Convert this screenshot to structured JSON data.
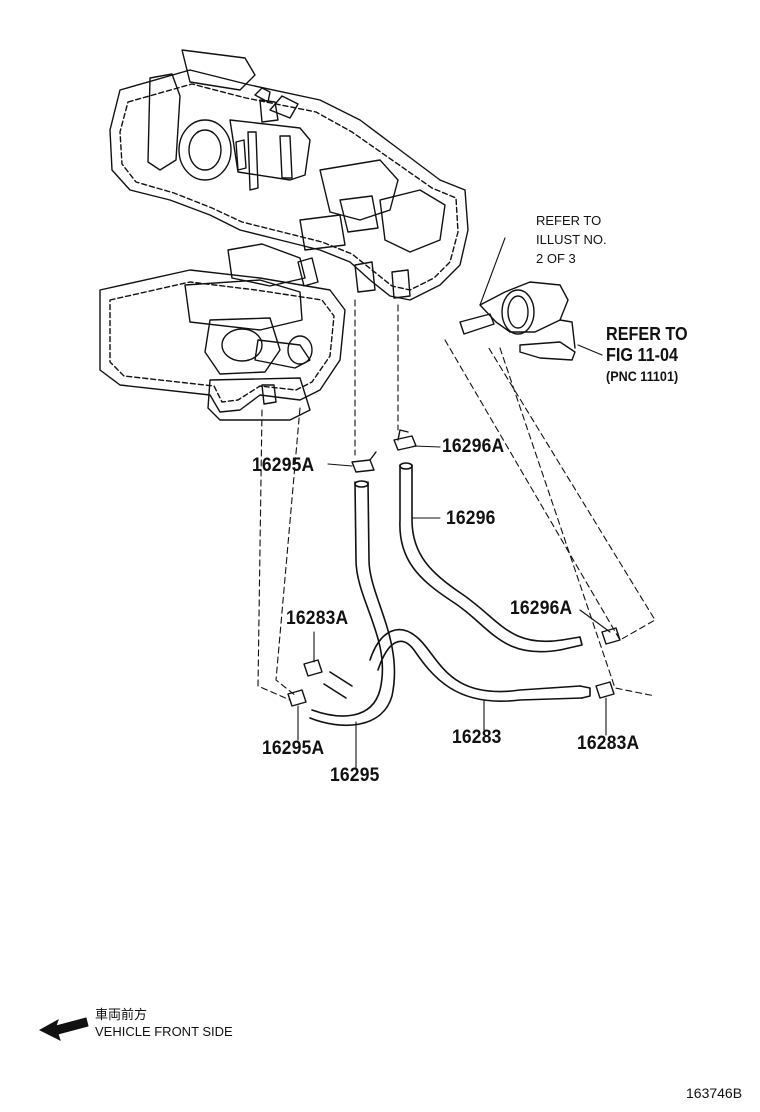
{
  "labels": {
    "refer_illust": [
      "REFER TO",
      "ILLUST NO.",
      "2 OF 3"
    ],
    "refer_fig": [
      "REFER TO",
      "FIG 11-04",
      "(PNC 11101)"
    ],
    "part_16296A_top": "16296A",
    "part_16295A_top": "16295A",
    "part_16296": "16296",
    "part_16296A_right": "16296A",
    "part_16283A_left": "16283A",
    "part_16295A_bottom": "16295A",
    "part_16295": "16295",
    "part_16283": "16283",
    "part_16283A_right": "16283A",
    "front_jp": "車両前方",
    "front_en": "VEHICLE FRONT SIDE",
    "figure_id": "163746B"
  },
  "icons": {
    "front_arrow": "left-arrow-icon"
  },
  "colors": {
    "line": "#111111",
    "background": "#ffffff"
  }
}
